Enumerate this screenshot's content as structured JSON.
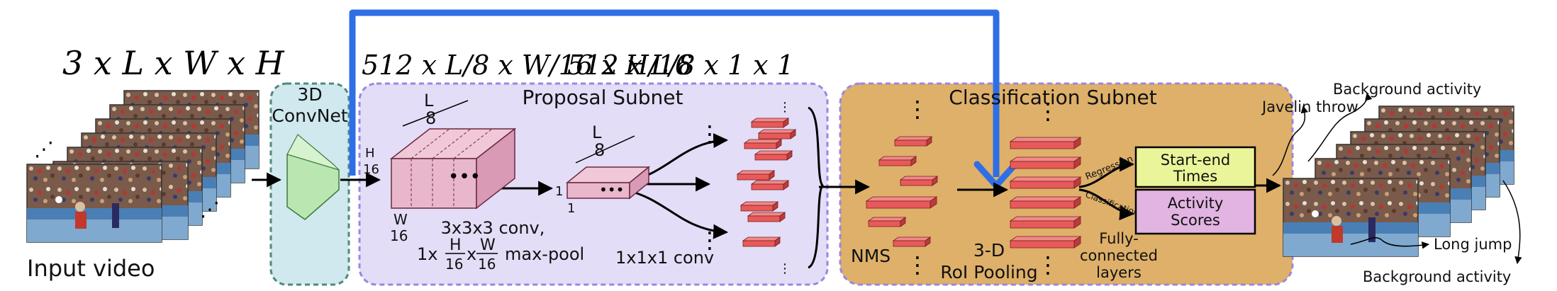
{
  "dimensions": {
    "input": "3 x L x W x H",
    "convnet_out": "512 x L/8 x W/16 x H/16",
    "proposal_out": "512 x L/8 x 1 x 1"
  },
  "labels": {
    "input_video": "Input video",
    "convnet_line1": "3D",
    "convnet_line2": "ConvNet",
    "proposal_subnet": "Proposal Subnet",
    "classification_subnet": "Classification Subnet",
    "conv3": "3x3x3 conv,",
    "maxpool_prefix": "1x",
    "maxpool_h": "H",
    "maxpool_w": "W",
    "maxpool_den": "16",
    "maxpool_x": "x",
    "maxpool_suffix": "max-pool",
    "conv1": "1x1x1 conv",
    "nms": "NMS",
    "roi_line1": "3-D",
    "roi_line2": "RoI Pooling",
    "fc_line1": "Fully-",
    "fc_line2": "connected",
    "fc_line3": "layers",
    "regression": "Regression",
    "classification": "Classification",
    "times_line1": "Start-end",
    "times_line2": "Times",
    "scores_line1": "Activity",
    "scores_line2": "Scores"
  },
  "cube_labels": {
    "L": "L",
    "den8": "8",
    "H": "H",
    "W": "W",
    "den16": "16",
    "one": "1"
  },
  "outputs": {
    "javelin": "Javelin throw",
    "background_top": "Background activity",
    "long_jump": "Long jump",
    "background_bottom": "Background activity"
  },
  "colors": {
    "arrow_blue": "#2f6fe6",
    "convnet_bg": "#cfe9ef",
    "proposal_bg": "#e3ddf7",
    "classification_bg": "#deb06a",
    "cube": "#e8b7cb",
    "bar": "#e85a5a",
    "times_box": "#eaf59a",
    "scores_box": "#e2b4e2"
  }
}
